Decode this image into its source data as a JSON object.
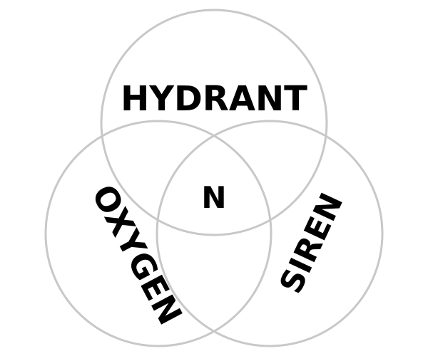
{
  "diagram": {
    "type": "venn",
    "sets": [
      {
        "label": "HYDRANT"
      },
      {
        "label": "OXYGEN"
      },
      {
        "label": "SIREN"
      }
    ],
    "intersection": {
      "label": "N"
    }
  },
  "colors": {
    "circle_stroke": "#c8c8c8",
    "text": "#000000",
    "background": "#ffffff"
  }
}
